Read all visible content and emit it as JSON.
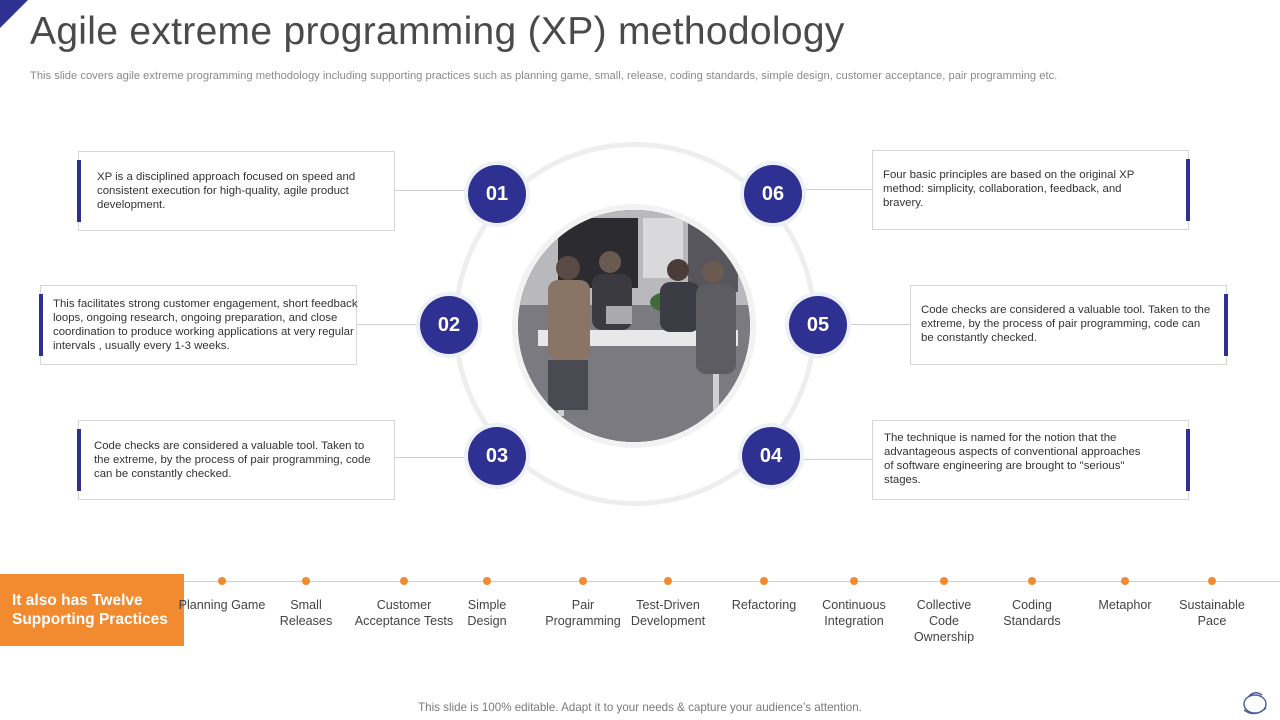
{
  "title": "Agile extreme programming (XP) methodology",
  "subtitle": "This slide covers  agile extreme programming methodology including supporting practices such as planning game, small, release, coding standards, simple design, customer acceptance, pair programming etc.",
  "steps": [
    {
      "num": "01",
      "text": "XP is a disciplined approach focused on speed and consistent execution for high-quality, agile product development."
    },
    {
      "num": "02",
      "text": "This facilitates strong customer engagement, short feedback loops, ongoing research, ongoing preparation, and close coordination to produce working applications at very regular intervals ,  usually every 1-3 weeks."
    },
    {
      "num": "03",
      "text": "Code checks are considered a valuable tool. Taken to the extreme, by the process of pair programming, code can be constantly checked."
    },
    {
      "num": "04",
      "text": "The technique is named for the notion that the advantageous aspects of conventional approaches of software engineering are brought to \"serious\" stages."
    },
    {
      "num": "05",
      "text": "Code checks are considered a valuable tool. Taken to the extreme, by the process of pair programming, code can be constantly checked."
    },
    {
      "num": "06",
      "text": "Four basic principles are based on the original XP method: simplicity, collaboration, feedback, and bravery."
    }
  ],
  "practices_label": "It also has Twelve Supporting Practices",
  "practices": [
    "Planning Game",
    "Small Releases",
    "Customer Acceptance Tests",
    "Simple Design",
    "Pair Programming",
    "Test-Driven Development",
    "Refactoring",
    "Continuous Integration",
    "Collective Code Ownership",
    "Coding Standards",
    "Metaphor",
    "Sustainable Pace"
  ],
  "footer": "This slide is 100% editable. Adapt it to your needs & capture your audience’s attention.",
  "colors": {
    "accent": "#2e3192",
    "orange": "#f28a30"
  },
  "icons": [
    "team-meeting-photo",
    "corner-triangle-icon",
    "logo-icon"
  ]
}
